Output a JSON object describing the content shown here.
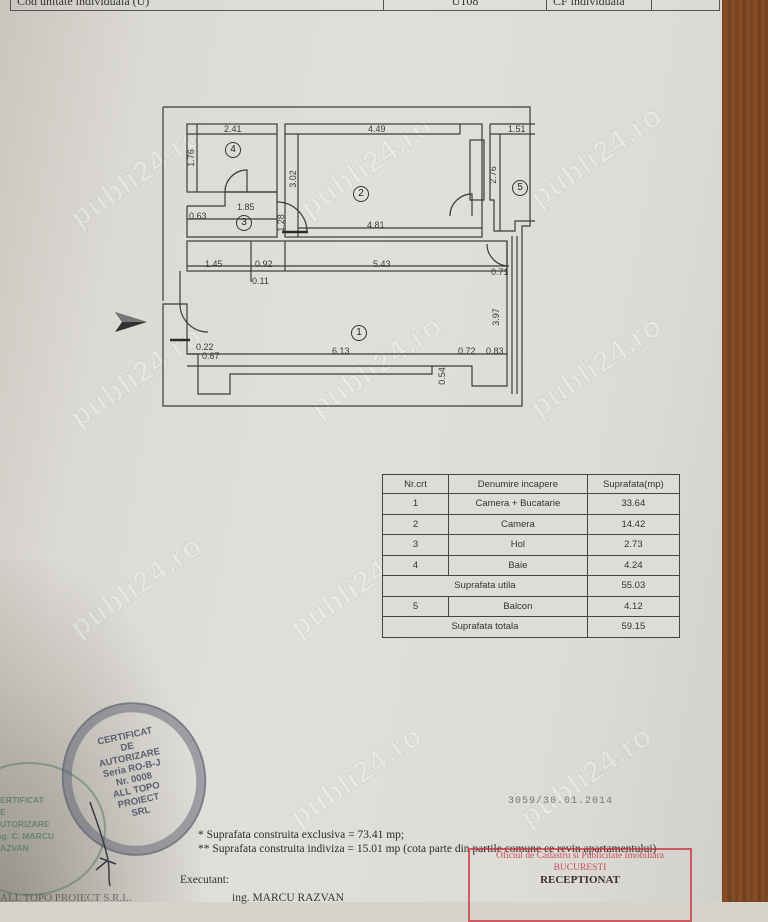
{
  "header_table": {
    "cells": [
      "Cod unitate individuala (U)",
      "U108",
      "CF individuala",
      ""
    ]
  },
  "floor_plan": {
    "rooms": [
      {
        "number": "1"
      },
      {
        "number": "2"
      },
      {
        "number": "3"
      },
      {
        "number": "4"
      },
      {
        "number": "5"
      }
    ],
    "dimensions": {
      "d_241": "2.41",
      "d_449": "4.49",
      "d_151": "1.51",
      "d_176": "1.76",
      "d_302": "3.02",
      "d_276": "2.76",
      "d_185": "1.85",
      "d_063": "0.63",
      "d_128": "1.28",
      "d_481": "4.81",
      "d_145": "1.45",
      "d_092": "0.92",
      "d_543": "5.43",
      "d_011": "0.11",
      "d_071": "0.71",
      "d_397": "3.97",
      "d_022": "0.22",
      "d_067": "0.67",
      "d_613": "6.13",
      "d_072": "0.72",
      "d_083": "0.83",
      "d_054": "0.54"
    }
  },
  "area_table": {
    "headers": [
      "Nr.crt",
      "Denumire incapere",
      "Suprafata(mp)"
    ],
    "rows": [
      {
        "nr": "1",
        "name": "Camera + Bucatarie",
        "area": "33.64"
      },
      {
        "nr": "2",
        "name": "Camera",
        "area": "14.42"
      },
      {
        "nr": "3",
        "name": "Hol",
        "area": "2.73"
      },
      {
        "nr": "4",
        "name": "Baie",
        "area": "4.24"
      }
    ],
    "useful_label": "Suprafata utila",
    "useful_value": "55.03",
    "balcony": {
      "nr": "5",
      "name": "Balcon",
      "area": "4.12"
    },
    "total_label": "Suprafata totala",
    "total_value": "59.15"
  },
  "notes": {
    "line1": "* Suprafata construita exclusiva = 73.41 mp;",
    "line2": "** Suprafata construita indiviza = 15.01 mp (cota parte din partile comune ce revin apartamentului)"
  },
  "signatures": {
    "executant_label": "Executant:",
    "engineer": "ing. MARCU RAZVAN",
    "company": "ALL TOPO PROIECT S.R.L."
  },
  "stamps": {
    "round_stamp_lines": [
      "CERTIFICAT",
      "DE",
      "AUTORIZARE",
      "Seria RO-B-J",
      "Nr. 0008",
      "ALL TOPO",
      "PROIECT",
      "SRL"
    ],
    "green_stamp_lines": [
      "CERTIFICAT",
      "DE",
      "AUTORIZARE",
      "ing. C. MARCU",
      "RAZVAN"
    ],
    "date_stamp": "3059/30.01.2014",
    "red_stamp_line1": "Oficiul de Cadastru si Publicitate Imobiliara",
    "red_stamp_line2": "BUCURESTI",
    "red_stamp_line3": "RECEPTIONAT"
  },
  "watermark": "publi24.ro",
  "colors": {
    "paper": "#dfddd8",
    "ink": "#333333",
    "wood": "#7a4420",
    "red_stamp": "#c8323c"
  }
}
